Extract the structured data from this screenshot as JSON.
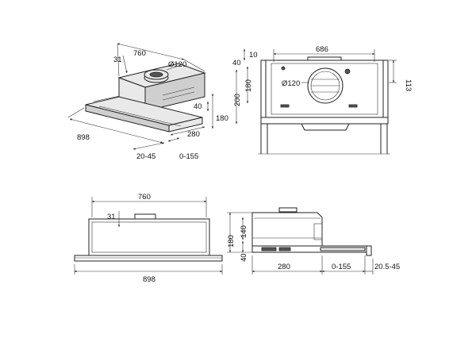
{
  "views": {
    "iso": {
      "width": "760",
      "offset_31": "31",
      "duct": "Ø120",
      "h40": "40",
      "h180": "180",
      "depth": "280",
      "total": "898",
      "slide": "20-45",
      "ext": "0-155"
    },
    "front_top": {
      "width": "686",
      "top10": "10",
      "top40": "40",
      "h180": "180",
      "h200": "200",
      "duct": "Ø120",
      "side113": "113"
    },
    "front": {
      "width": "760",
      "offset_31": "31",
      "total": "898"
    },
    "side": {
      "h140": "140",
      "h180": "180",
      "h40": "40",
      "depth": "280",
      "ext": "0-155",
      "slide": "20.5-45"
    }
  }
}
